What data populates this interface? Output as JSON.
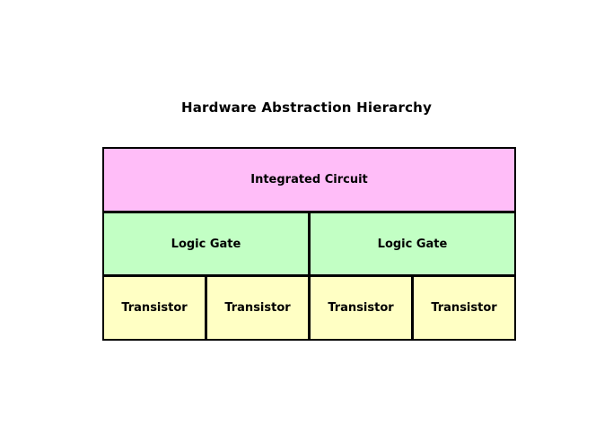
{
  "title": "Hardware Abstraction Hierarchy",
  "colors": {
    "background": "#ffffff",
    "border": "#000000",
    "text": "#000000",
    "integrated_circuit": "#ffbdf8",
    "logic_gate": "#c2ffc4",
    "transistor": "#ffffc4"
  },
  "diagram": {
    "levels": [
      {
        "name": "integrated-circuit-level",
        "color": "#ffbdf8",
        "blocks": [
          "Integrated Circuit"
        ]
      },
      {
        "name": "logic-gate-level",
        "color": "#c2ffc4",
        "blocks": [
          "Logic Gate",
          "Logic Gate"
        ]
      },
      {
        "name": "transistor-level",
        "color": "#ffffc4",
        "blocks": [
          "Transistor",
          "Transistor",
          "Transistor",
          "Transistor"
        ]
      }
    ]
  }
}
